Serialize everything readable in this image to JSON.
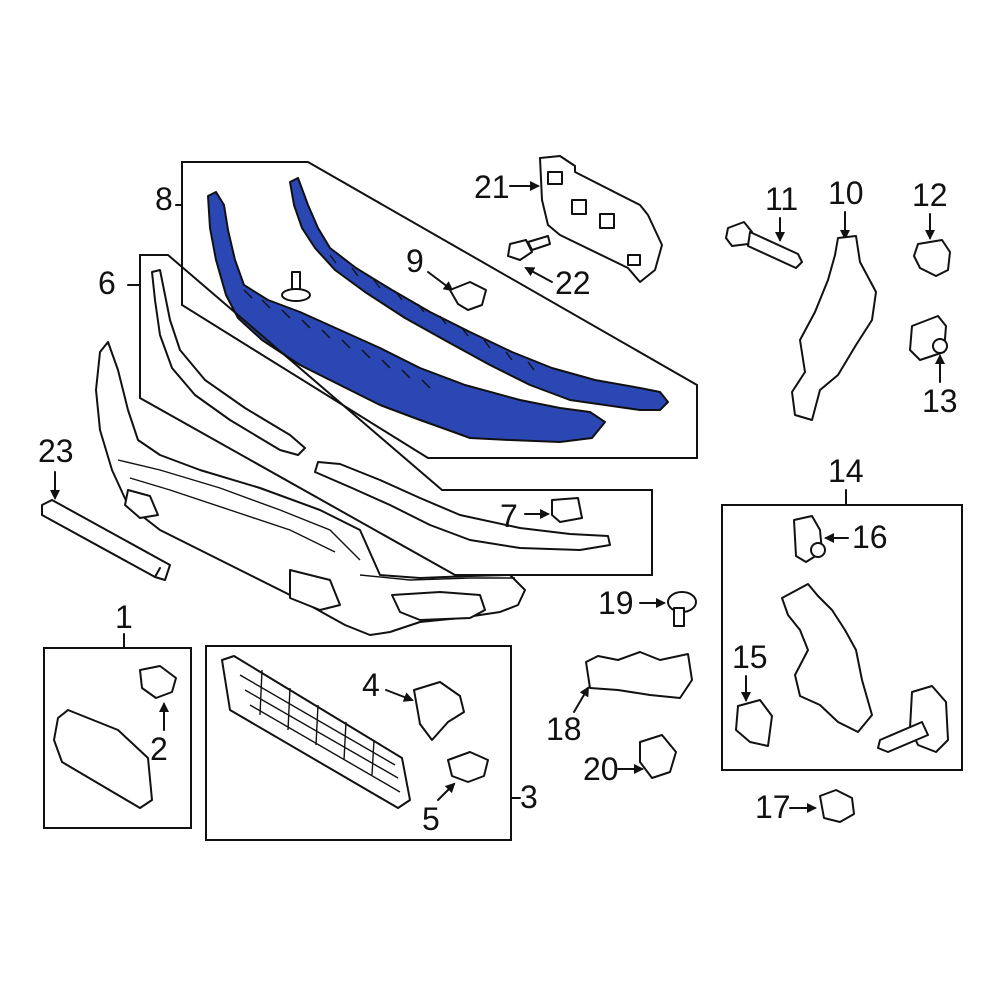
{
  "colors": {
    "highlight": "#2b47b4",
    "line": "#111111",
    "background": "#ffffff"
  },
  "callouts": {
    "c1": "1",
    "c2": "2",
    "c3": "3",
    "c4": "4",
    "c5": "5",
    "c6": "6",
    "c7": "7",
    "c8": "8",
    "c9": "9",
    "c10": "10",
    "c11": "11",
    "c12": "12",
    "c13": "13",
    "c14": "14",
    "c15": "15",
    "c16": "16",
    "c17": "17",
    "c18": "18",
    "c19": "19",
    "c20": "20",
    "c21": "21",
    "c22": "22",
    "c23": "23"
  },
  "highlighted_part": "8"
}
